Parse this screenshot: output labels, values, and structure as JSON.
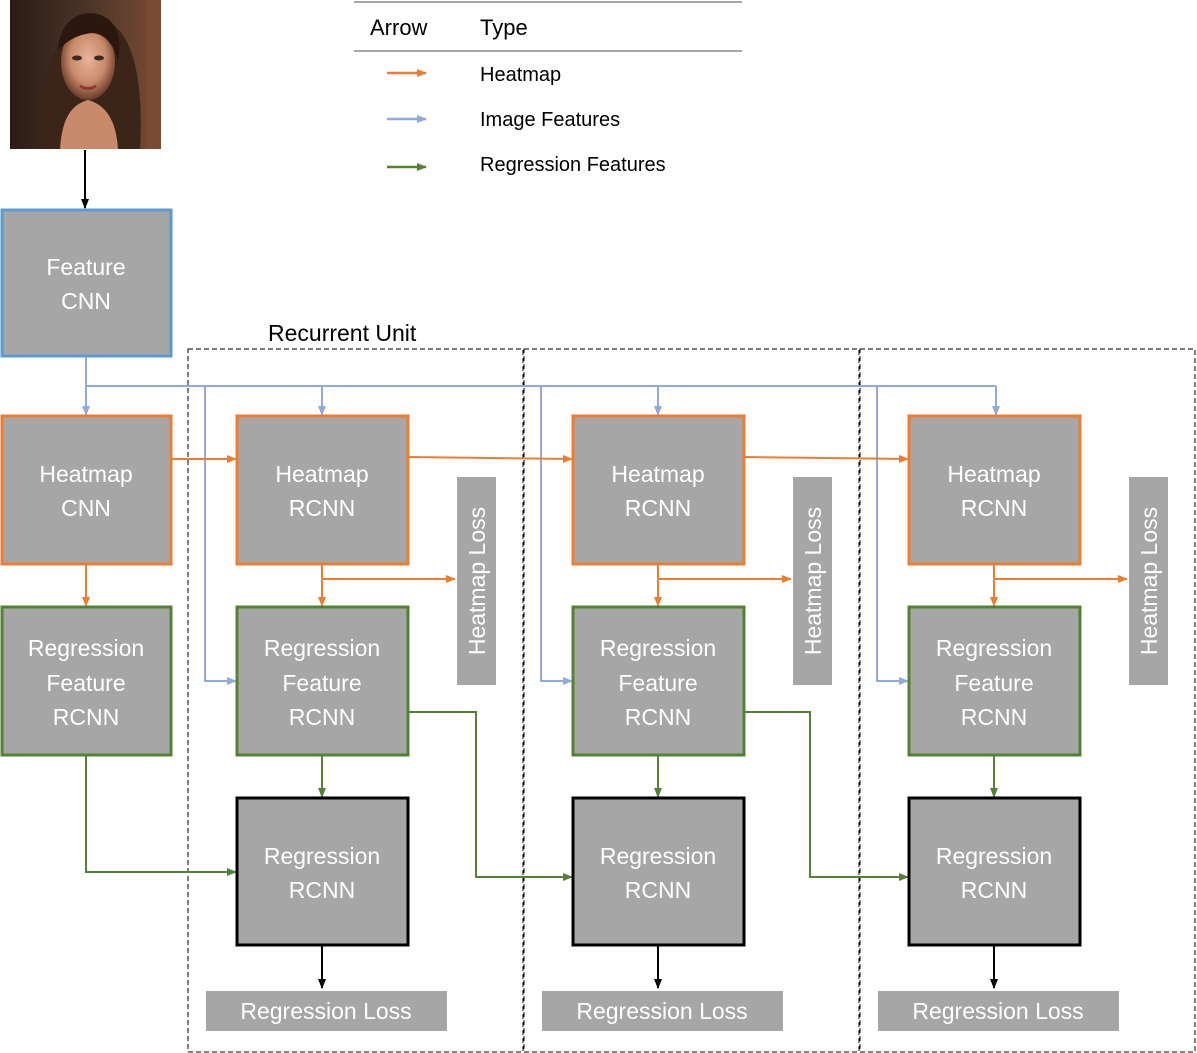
{
  "legend": {
    "header_arrow": "Arrow",
    "header_type": "Type",
    "items": [
      {
        "label": "Heatmap",
        "color": "#ed7d31"
      },
      {
        "label": "Image Features",
        "color": "#8faadc"
      },
      {
        "label": "Regression Features",
        "color": "#548235"
      }
    ]
  },
  "recurrent_unit_label": "Recurrent Unit",
  "colors": {
    "box_fill": "#a6a6a6",
    "feature_border": "#5b9bd5",
    "heatmap_border": "#ed7d31",
    "regression_feature_border": "#548235",
    "regression_border": "#000000",
    "image_feature_arrow": "#8faadc",
    "heatmap_arrow": "#ed7d31",
    "regression_arrow": "#548235",
    "plain_arrow": "#000000"
  },
  "input_image": {
    "icon": "face-photo"
  },
  "feature_cnn": {
    "line1": "Feature",
    "line2": "CNN"
  },
  "heatmap_cnn": {
    "line1": "Heatmap",
    "line2": "CNN"
  },
  "regression_feature_init": {
    "line1": "Regression",
    "line2": "Feature",
    "line3": "RCNN"
  },
  "units": [
    {
      "heatmap": {
        "line1": "Heatmap",
        "line2": "RCNN"
      },
      "heatmap_loss": "Heatmap Loss",
      "regression_feature": {
        "line1": "Regression",
        "line2": "Feature",
        "line3": "RCNN"
      },
      "regression": {
        "line1": "Regression",
        "line2": "RCNN"
      },
      "regression_loss": "Regression Loss"
    },
    {
      "heatmap": {
        "line1": "Heatmap",
        "line2": "RCNN"
      },
      "heatmap_loss": "Heatmap Loss",
      "regression_feature": {
        "line1": "Regression",
        "line2": "Feature",
        "line3": "RCNN"
      },
      "regression": {
        "line1": "Regression",
        "line2": "RCNN"
      },
      "regression_loss": "Regression Loss"
    },
    {
      "heatmap": {
        "line1": "Heatmap",
        "line2": "RCNN"
      },
      "heatmap_loss": "Heatmap Loss",
      "regression_feature": {
        "line1": "Regression",
        "line2": "Feature",
        "line3": "RCNN"
      },
      "regression": {
        "line1": "Regression",
        "line2": "RCNN"
      },
      "regression_loss": "Regression Loss"
    }
  ]
}
